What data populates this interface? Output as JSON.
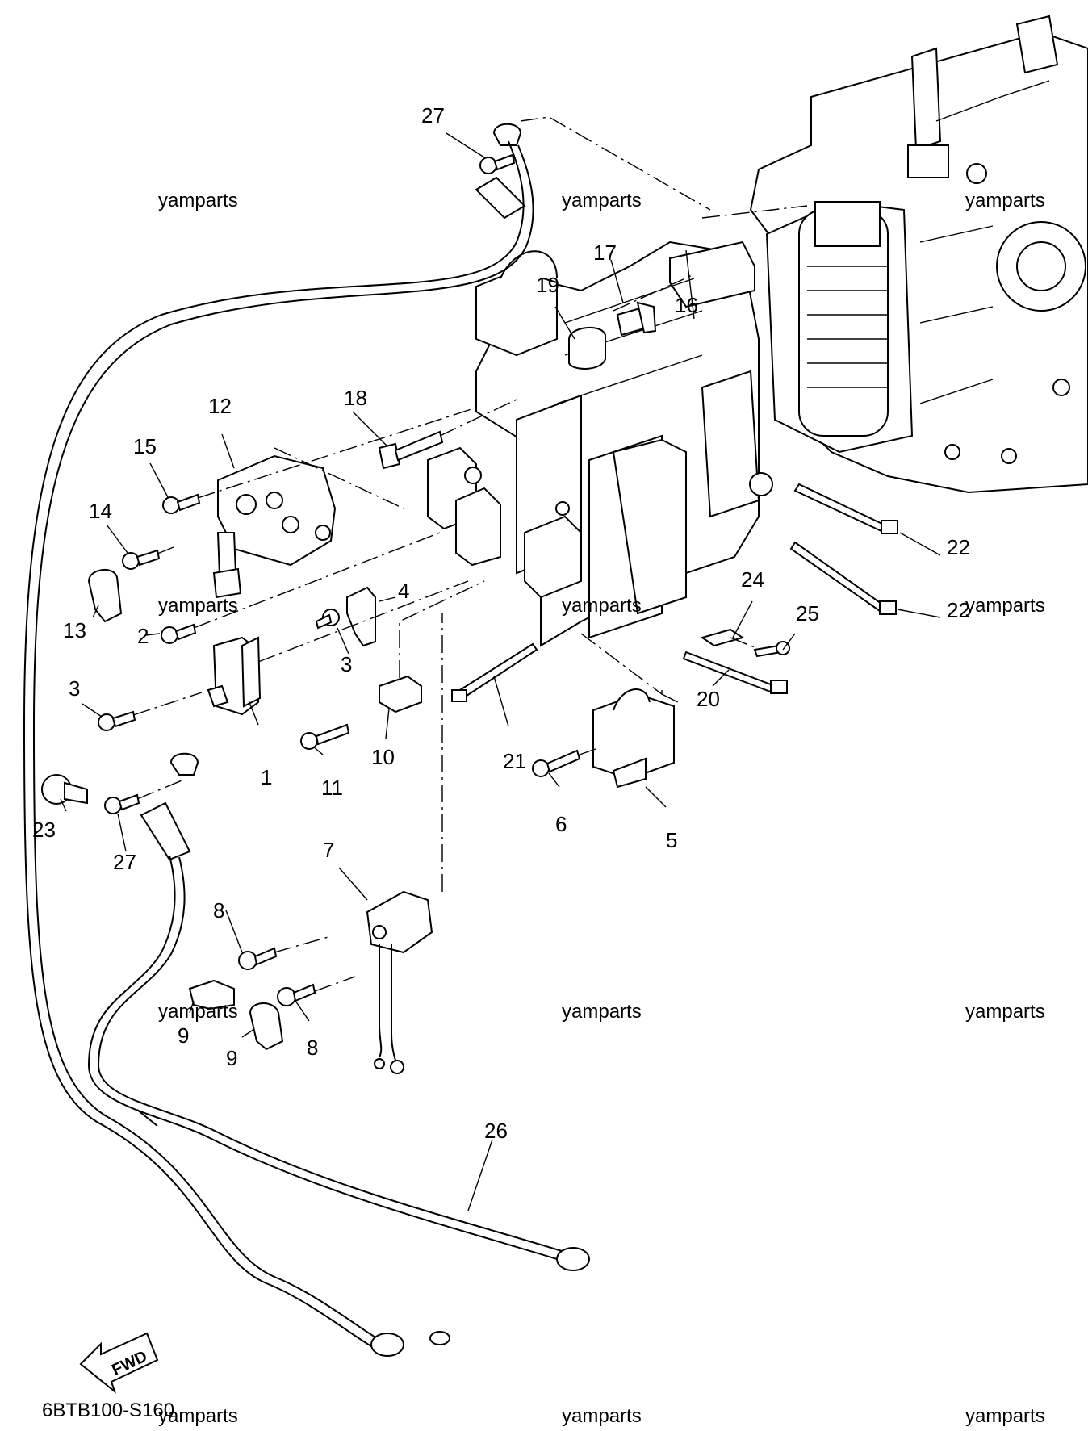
{
  "diagram": {
    "code": "6BTB100-S160",
    "fwd_label": "FWD",
    "watermark": "yamparts",
    "callouts": [
      "27",
      "17",
      "19",
      "16",
      "18",
      "12",
      "15",
      "14",
      "13",
      "2",
      "3",
      "4",
      "3",
      "1",
      "11",
      "10",
      "21",
      "24",
      "25",
      "22",
      "22",
      "20",
      "6",
      "5",
      "23",
      "27",
      "7",
      "8",
      "8",
      "9",
      "9",
      "26"
    ]
  }
}
